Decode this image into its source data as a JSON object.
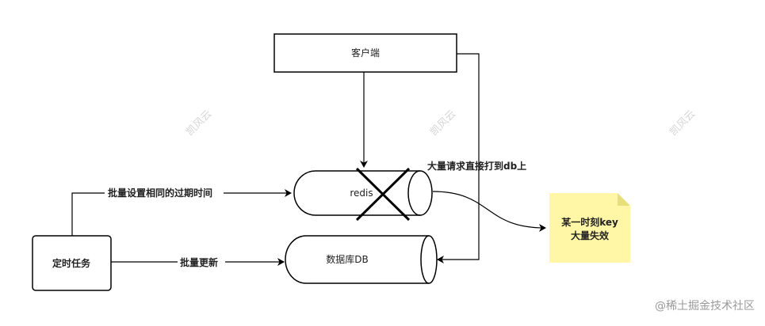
{
  "nodes": {
    "client": "客户端",
    "redis": "redis",
    "database": "数据库DB",
    "scheduler": "定时任务",
    "note_line1": "某一时刻key",
    "note_line2": "大量失效"
  },
  "edges": {
    "mass_request": "大量请求直接打到db上",
    "batch_set_expire": "批量设置相同的过期时间",
    "batch_update": "批量更新"
  },
  "watermarks": [
    "凯风云",
    "凯风云",
    "凯风云"
  ],
  "signature": "@稀土掘金技术社区",
  "colors": {
    "note_fill": "#fff7a6",
    "note_fold": "#e9df7a",
    "stroke": "#000000"
  }
}
